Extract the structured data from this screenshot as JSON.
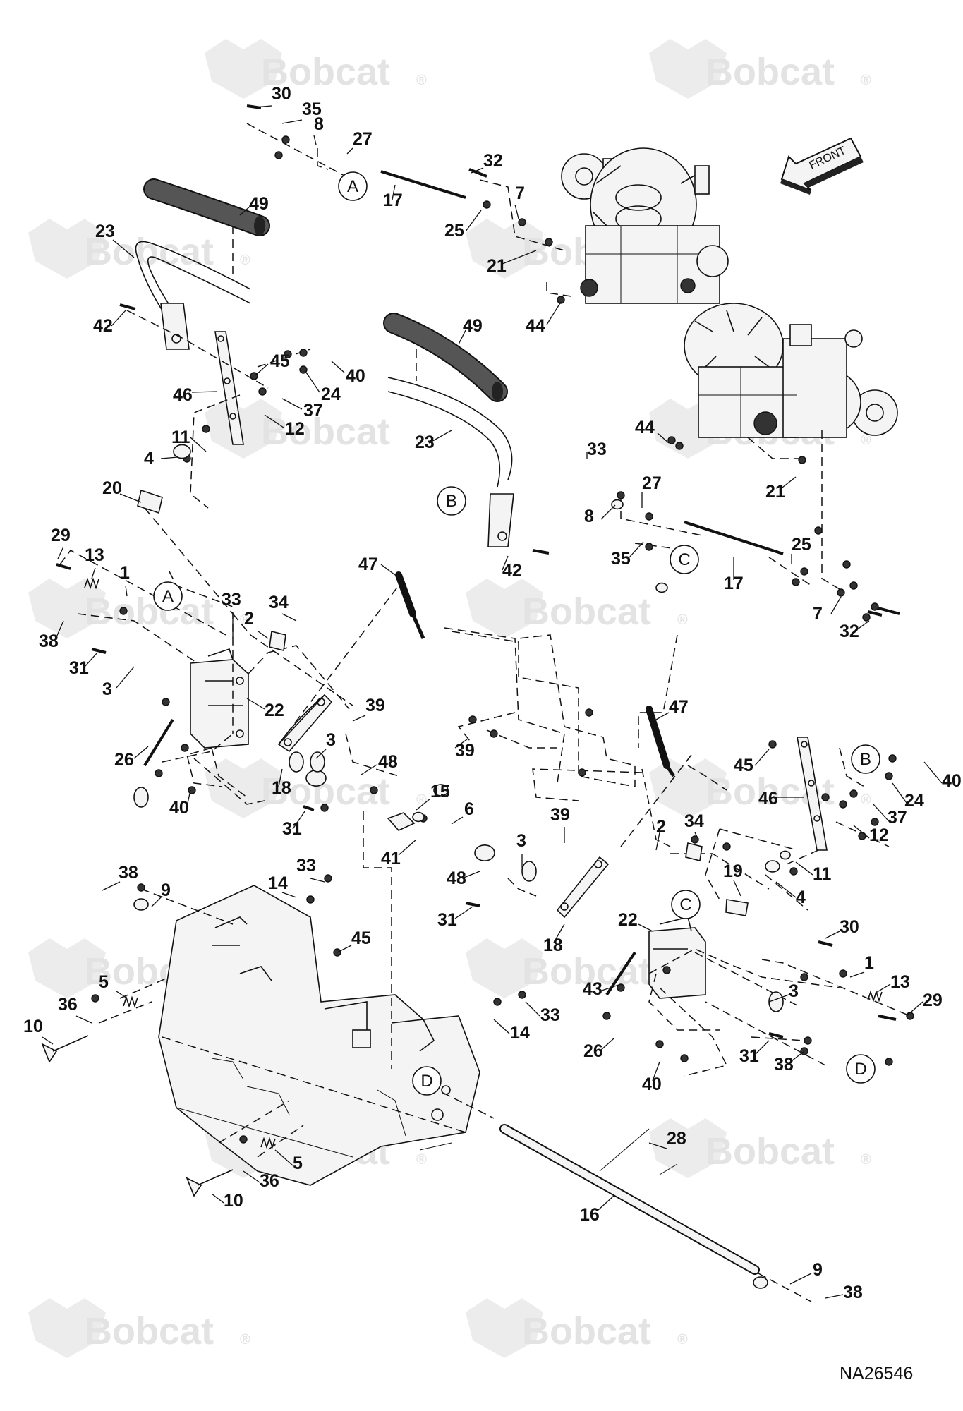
{
  "watermark": {
    "brand": "Bobcat",
    "mark": "®"
  },
  "front_label": "FRONT",
  "drawing_ref": "NA26546",
  "circle_refs": [
    "A",
    "B",
    "C",
    "D"
  ],
  "callouts": [
    "1",
    "2",
    "3",
    "4",
    "5",
    "6",
    "7",
    "8",
    "9",
    "10",
    "11",
    "12",
    "13",
    "14",
    "15",
    "16",
    "17",
    "18",
    "19",
    "20",
    "21",
    "22",
    "23",
    "24",
    "25",
    "26",
    "27",
    "28",
    "29",
    "30",
    "31",
    "32",
    "33",
    "34",
    "35",
    "36",
    "37",
    "38",
    "39",
    "40",
    "41",
    "42",
    "43",
    "44",
    "45",
    "46",
    "47",
    "48",
    "49"
  ]
}
